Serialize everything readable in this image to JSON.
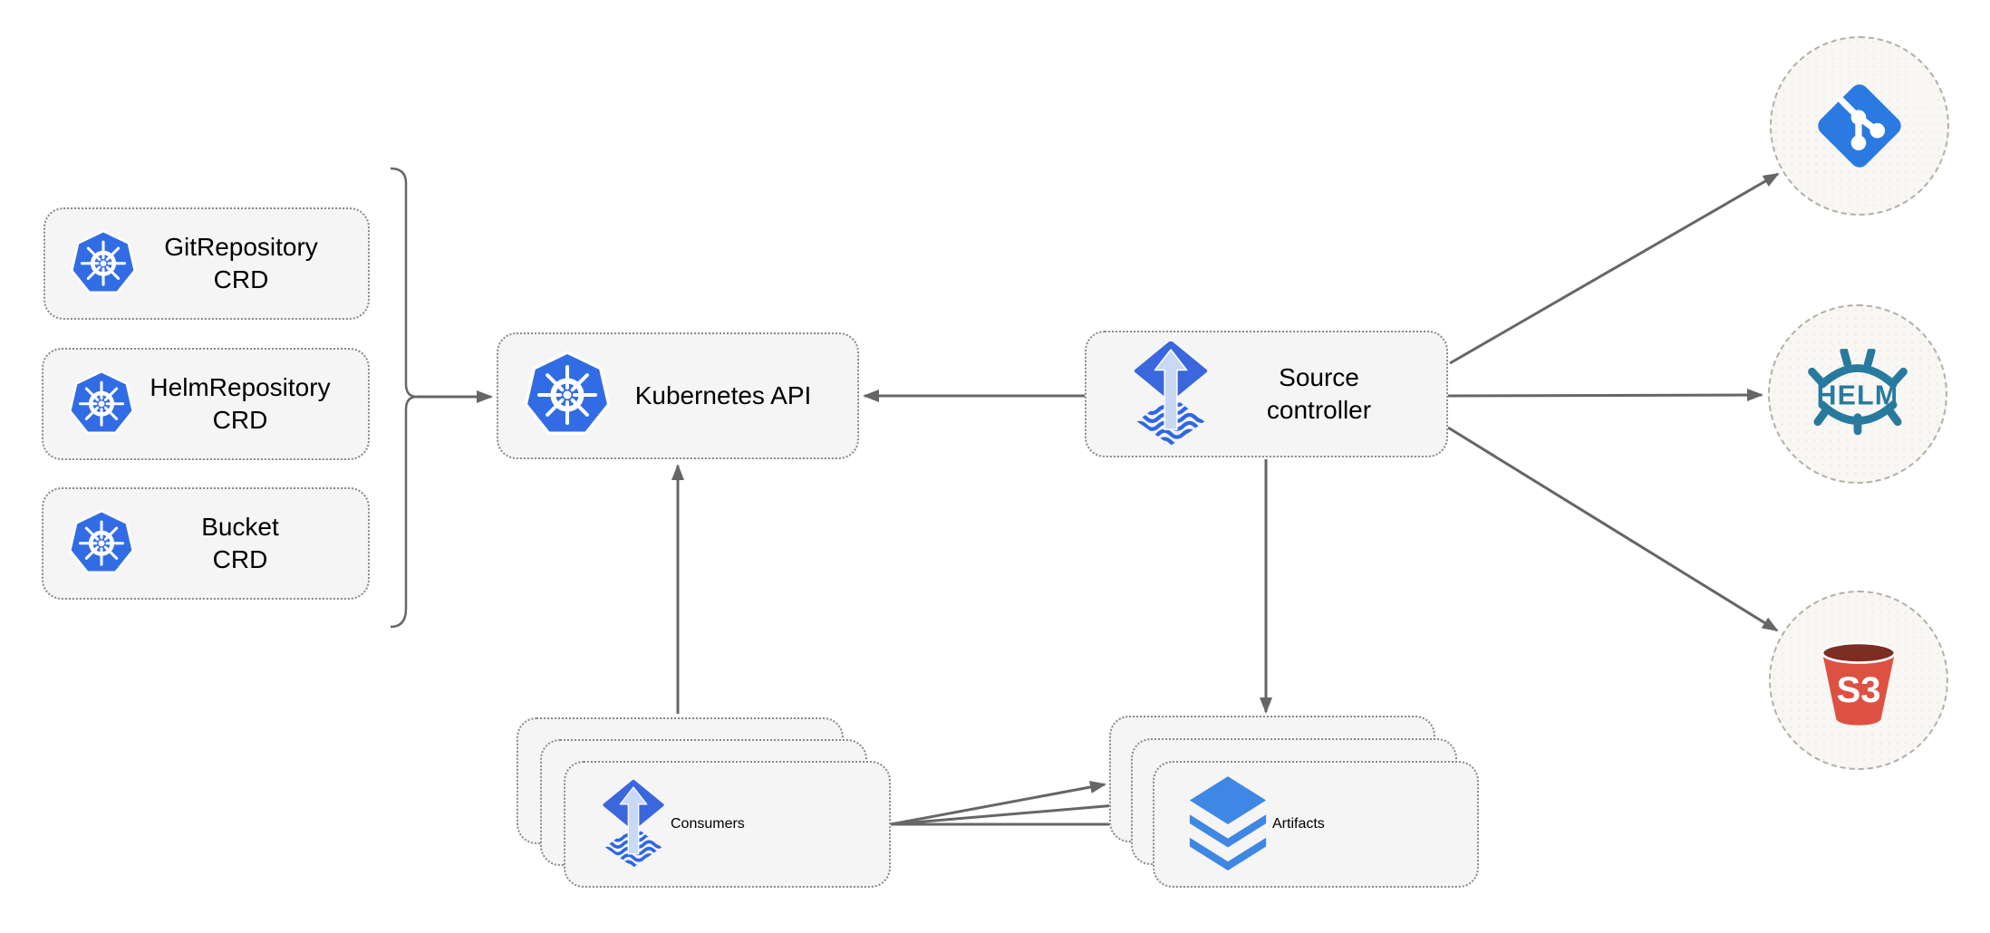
{
  "diagram_type": "architecture-diagram",
  "colors": {
    "background": "#ffffff",
    "box_fill": "#f5f5f5",
    "box_border": "#8a8a8a",
    "circle_fill": "#f8f7f3",
    "circle_border": "#b3b0aa",
    "arrow": "#666666",
    "kubernetes_blue": "#326ce5",
    "flux_blue": "#3a67de",
    "flux_arrow_light": "#c9d8f5",
    "artifact_blue": "#3f87e5",
    "git_blue": "#2a7ae2",
    "helm_teal": "#277a9e",
    "s3_red": "#dd5143",
    "s3_dark": "#7e2d22",
    "text": "#000000"
  },
  "crd_boxes": [
    {
      "line1": "GitRepository",
      "line2": "CRD"
    },
    {
      "line1": "HelmRepository",
      "line2": "CRD"
    },
    {
      "line1": "Bucket",
      "line2": "CRD"
    }
  ],
  "kubernetes_api": {
    "label": "Kubernetes API"
  },
  "source_controller": {
    "line1": "Source",
    "line2": "controller"
  },
  "consumers": {
    "label": "Consumers",
    "stack_count": 3
  },
  "artifacts": {
    "label": "Artifacts",
    "stack_count": 3
  },
  "endpoints": {
    "git": {
      "icon": "git-branch"
    },
    "helm": {
      "icon": "helm-wheel",
      "helm_label": "HELM"
    },
    "s3": {
      "icon": "s3-bucket",
      "s3_label": "S3"
    }
  },
  "icons": {
    "kubernetes": "kubernetes-wheel-heptagon",
    "flux": "flux-source-diamond-arrow",
    "layers": "stacked-layers",
    "git": "git-branch-diamond",
    "helm": "helm-ship-wheel",
    "s3": "s3-red-bucket"
  }
}
